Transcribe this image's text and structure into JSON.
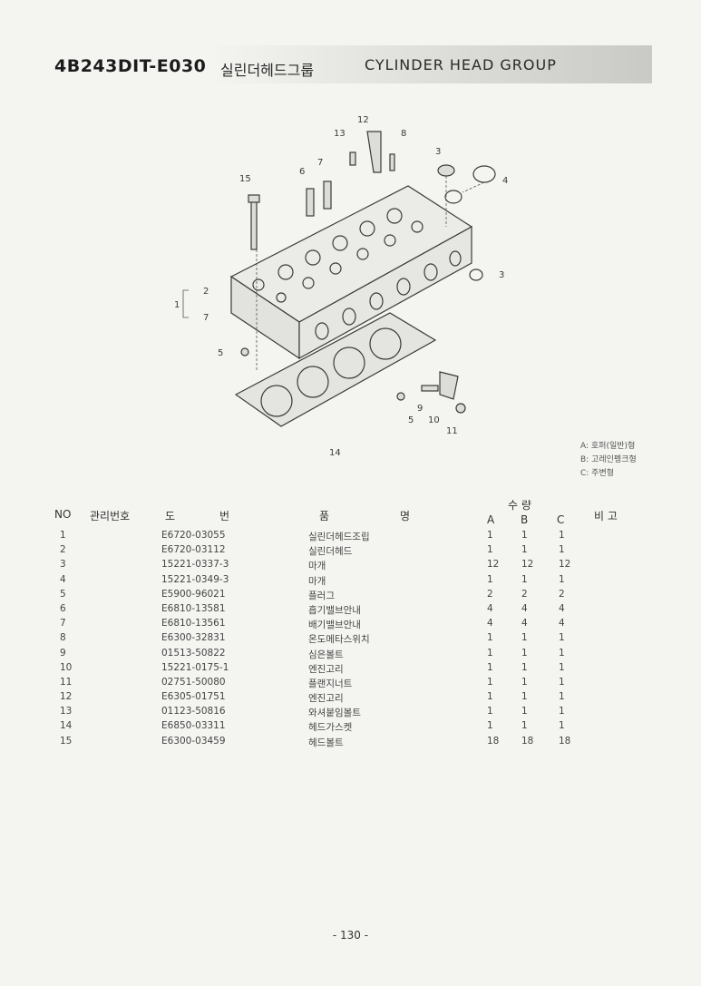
{
  "header": {
    "model_code": "4B243DIT-E030",
    "title_ko": "실린더헤드그룹",
    "title_en": "CYLINDER HEAD GROUP"
  },
  "diagram": {
    "callouts": [
      "12",
      "13",
      "8",
      "3",
      "4",
      "7",
      "6",
      "15",
      "2",
      "1",
      "7",
      "3",
      "5",
      "9",
      "5",
      "10",
      "11",
      "14"
    ]
  },
  "legend": [
    "A: 호퍼(일반)형",
    "B: 고레인펭크형",
    "C: 주변형"
  ],
  "table": {
    "headers": {
      "no": "NO",
      "mgmt": "관리번호",
      "drawing_1": "도",
      "drawing_2": "번",
      "name_1": "품",
      "name_2": "명",
      "qty": "수  량",
      "a": "A",
      "b": "B",
      "c": "C",
      "remark": "비  고"
    },
    "rows": [
      {
        "no": "1",
        "part": "E6720-03055",
        "name": "실린더헤드조립",
        "a": "1",
        "b": "1",
        "c": "1"
      },
      {
        "no": "2",
        "part": "E6720-03112",
        "name": "실린더헤드",
        "a": "1",
        "b": "1",
        "c": "1"
      },
      {
        "no": "3",
        "part": "15221-0337-3",
        "name": "마개",
        "a": "12",
        "b": "12",
        "c": "12"
      },
      {
        "no": "4",
        "part": "15221-0349-3",
        "name": "마개",
        "a": "1",
        "b": "1",
        "c": "1"
      },
      {
        "no": "5",
        "part": "E5900-96021",
        "name": "플러그",
        "a": "2",
        "b": "2",
        "c": "2"
      },
      {
        "no": "6",
        "part": "E6810-13581",
        "name": "흡기밸브안내",
        "a": "4",
        "b": "4",
        "c": "4"
      },
      {
        "no": "7",
        "part": "E6810-13561",
        "name": "배기밸브안내",
        "a": "4",
        "b": "4",
        "c": "4"
      },
      {
        "no": "8",
        "part": "E6300-32831",
        "name": "온도메타스위치",
        "a": "1",
        "b": "1",
        "c": "1"
      },
      {
        "no": "9",
        "part": "01513-50822",
        "name": "심은볼트",
        "a": "1",
        "b": "1",
        "c": "1"
      },
      {
        "no": "10",
        "part": "15221-0175-1",
        "name": "엔진고리",
        "a": "1",
        "b": "1",
        "c": "1"
      },
      {
        "no": "11",
        "part": "02751-50080",
        "name": "플랜지너트",
        "a": "1",
        "b": "1",
        "c": "1"
      },
      {
        "no": "12",
        "part": "E6305-01751",
        "name": "엔진고리",
        "a": "1",
        "b": "1",
        "c": "1"
      },
      {
        "no": "13",
        "part": "01123-50816",
        "name": "와셔붙임볼트",
        "a": "1",
        "b": "1",
        "c": "1"
      },
      {
        "no": "14",
        "part": "E6850-03311",
        "name": "헤드가스켓",
        "a": "1",
        "b": "1",
        "c": "1"
      },
      {
        "no": "15",
        "part": "E6300-03459",
        "name": "헤드볼트",
        "a": "18",
        "b": "18",
        "c": "18"
      }
    ]
  },
  "footer": {
    "page": "- 130 -"
  }
}
